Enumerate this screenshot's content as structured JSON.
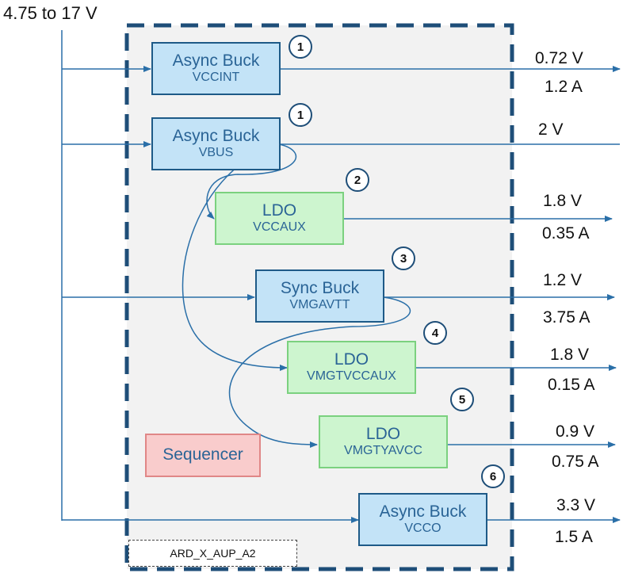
{
  "input_voltage": "4.75 to 17 V",
  "board_label": "ARD_X_AUP_A2",
  "sequencer_label": "Sequencer",
  "rails": [
    {
      "type": "Async Buck",
      "name": "VCCINT",
      "step": "1",
      "voltage": "0.72 V",
      "current": "1.2 A"
    },
    {
      "type": "Async Buck",
      "name": "VBUS",
      "step": "1",
      "voltage": "2 V",
      "current": ""
    },
    {
      "type": "LDO",
      "name": "VCCAUX",
      "step": "2",
      "voltage": "1.8 V",
      "current": "0.35 A"
    },
    {
      "type": "Sync Buck",
      "name": "VMGAVTT",
      "step": "3",
      "voltage": "1.2 V",
      "current": "3.75 A"
    },
    {
      "type": "LDO",
      "name": "VMGTVCCAUX",
      "step": "4",
      "voltage": "1.8 V",
      "current": "0.15 A"
    },
    {
      "type": "LDO",
      "name": "VMGTYAVCC",
      "step": "5",
      "voltage": "0.9 V",
      "current": "0.75 A"
    },
    {
      "type": "Async Buck",
      "name": "VCCO",
      "step": "6",
      "voltage": "3.3 V",
      "current": "1.5 A"
    }
  ],
  "colors": {
    "buck_fill": "#c3e3f7",
    "buck_border": "#1e5a87",
    "ldo_fill": "#cdf5cf",
    "ldo_border": "#7bd17f",
    "sequencer_fill": "#f9cccc",
    "sequencer_border": "#e08787",
    "wire": "#2a6fa8",
    "dashed_border": "#1e4e78",
    "text_blue": "#2a6496"
  }
}
